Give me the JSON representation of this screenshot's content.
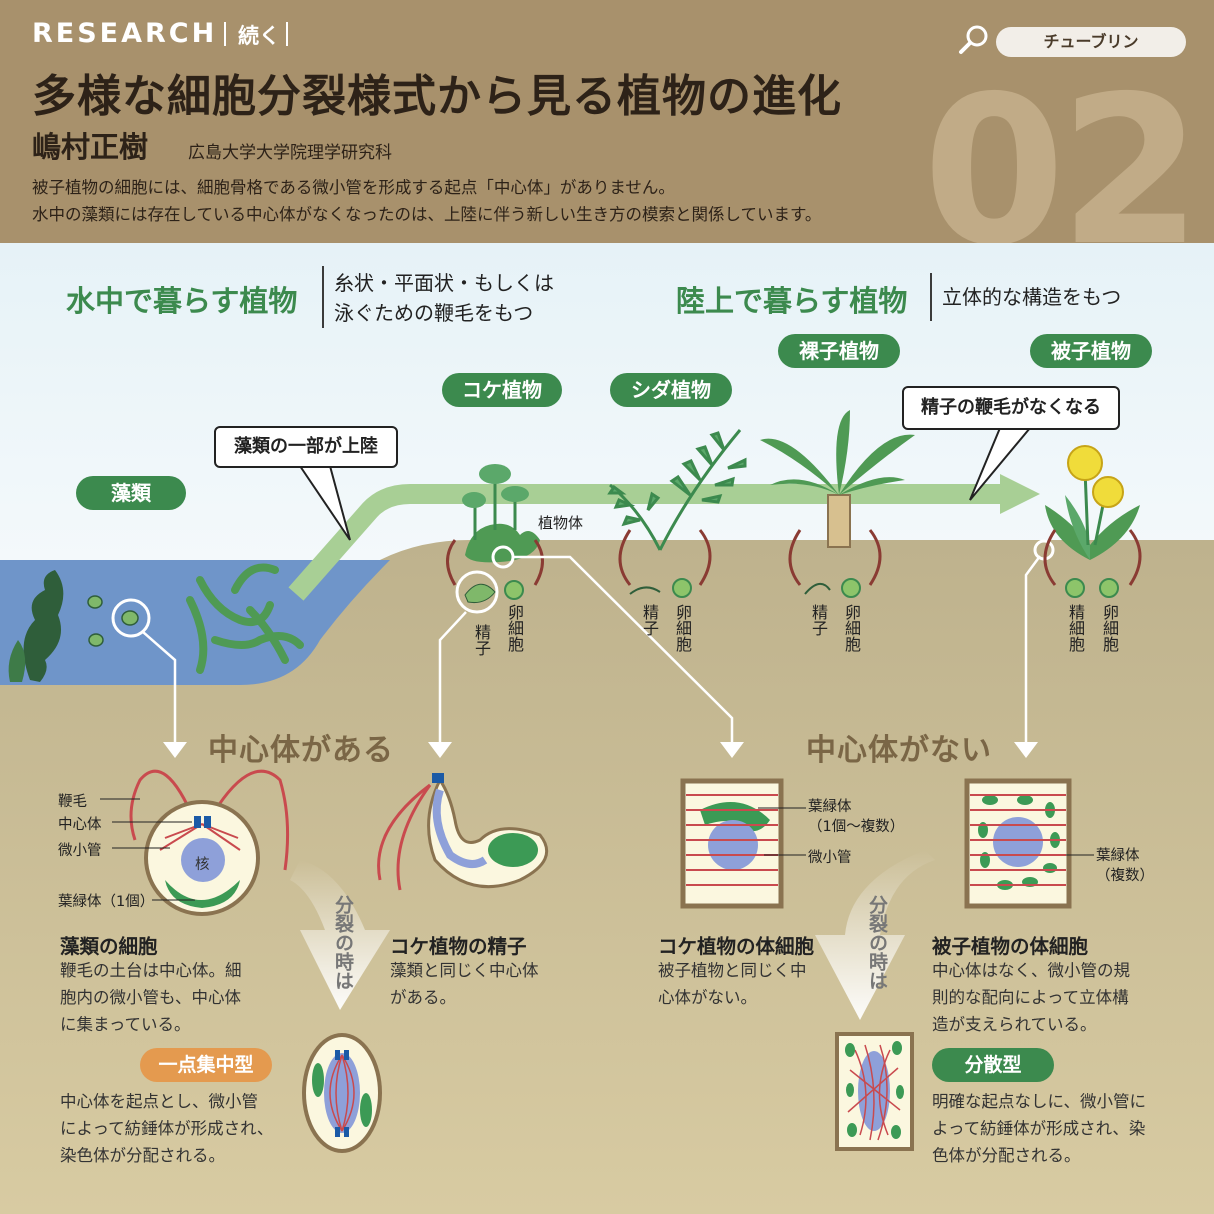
{
  "header": {
    "series": "RESEARCH",
    "continued": "続く",
    "title": "多様な細胞分裂様式から見る植物の進化",
    "author": "嶋村正樹",
    "affiliation": "広島大学大学院理学研究科",
    "lead_line1": "被子植物の細胞には、細胞骨格である微小管を形成する起点「中心体」がありません。",
    "lead_line2": "水中の藻類には存在している中心体がなくなったのは、上陸に伴う新しい生き方の模索と関係しています。",
    "number": "02",
    "tag": "チューブリン",
    "icon": "search-icon"
  },
  "scene": {
    "aquatic_heading": "水中で暮らす植物",
    "aquatic_desc_line1": "糸状・平面状・もしくは",
    "aquatic_desc_line2": "泳ぐための鞭毛をもつ",
    "land_heading": "陸上で暮らす植物",
    "land_desc": "立体的な構造をもつ",
    "algae": "藻類",
    "moss": "コケ植物",
    "fern": "シダ植物",
    "gymnosperm": "裸子植物",
    "angiosperm": "被子植物",
    "callout_landing": "藻類の一部が上陸",
    "callout_flagella": "精子の鞭毛がなくなる",
    "plant_body": "植物体",
    "sperm": "精子",
    "egg": "卵細胞",
    "sperm_cell_angio": "精細胞"
  },
  "panel_left": {
    "title": "中心体がある",
    "labels": {
      "flagellum": "鞭毛",
      "centrosome": "中心体",
      "microtubule": "微小管",
      "nucleus": "核",
      "chloroplast": "葉緑体（1個）"
    },
    "algae_title": "藻類の細胞",
    "algae_text_1": "鞭毛の土台は中心体。細",
    "algae_text_2": "胞内の微小管も、中心体",
    "algae_text_3": "に集まっている。",
    "moss_title": "コケ植物の精子",
    "moss_text_1": "藻類と同じく中心体",
    "moss_text_2": "がある。",
    "division": "分裂の時は",
    "type": "一点集中型",
    "type_text_1": "中心体を起点とし、微小管",
    "type_text_2": "によって紡錘体が形成され、",
    "type_text_3": "染色体が分配される。"
  },
  "panel_right": {
    "title": "中心体がない",
    "labels": {
      "chloroplast_many_1": "葉緑体",
      "chloroplast_many_2": "（1個～複数）",
      "microtubule": "微小管",
      "chloroplast_plural_1": "葉緑体",
      "chloroplast_plural_2": "（複数）"
    },
    "moss_title": "コケ植物の体細胞",
    "moss_text_1": "被子植物と同じく中",
    "moss_text_2": "心体がない。",
    "angio_title": "被子植物の体細胞",
    "angio_text_1": "中心体はなく、微小管の規",
    "angio_text_2": "則的な配向によって立体構",
    "angio_text_3": "造が支えられている。",
    "division": "分裂の時は",
    "type": "分散型",
    "type_text_1": "明確な起点なしに、微小管に",
    "type_text_2": "よって紡錘体が形成され、染",
    "type_text_3": "色体が分配される。"
  },
  "colors": {
    "header_bg": "#a8916c",
    "green": "#3c8a4e",
    "water": "#6f95c9",
    "soil": "#c0b48f",
    "microtubule_red": "#c94a4e",
    "centrosome_blue": "#1b5aa6"
  }
}
